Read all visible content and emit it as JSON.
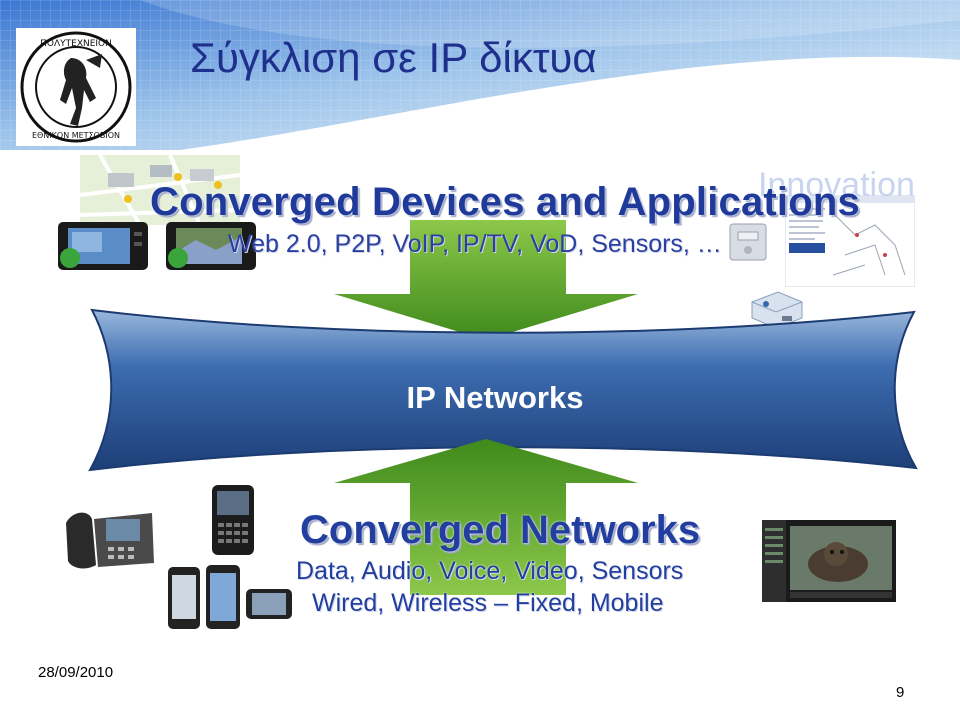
{
  "slide": {
    "title": "Σύγκλιση σε IP δίκτυα",
    "date": "28/09/2010",
    "page_number": "9"
  },
  "top": {
    "innovation_label": "Innovation",
    "apps_title": "Converged Devices and Applications",
    "apps_subtitle": "Web 2.0, P2P, VoIP, IP/TV, VoD, Sensors, …"
  },
  "middle": {
    "network_label": "IP Networks"
  },
  "bottom": {
    "title": "Converged Networks",
    "line1": "Data, Audio, Voice, Video, Sensors",
    "line2": "Wired, Wireless – Fixed, Mobile"
  },
  "colors": {
    "title_blue": "#1f2f8c",
    "band_blue": "#2f62a8",
    "arrow_green": "#5ca32a",
    "header_gradient_start": "#2a66c8",
    "header_gradient_end": "#e8f2fb"
  },
  "logo": {
    "seal_text": "ΕΘΝΙΚΟΝ ΜΕΤΣΟΒΙΟΝ ΠΟΛΥΤΕΧΝΕΙΟΝ"
  }
}
